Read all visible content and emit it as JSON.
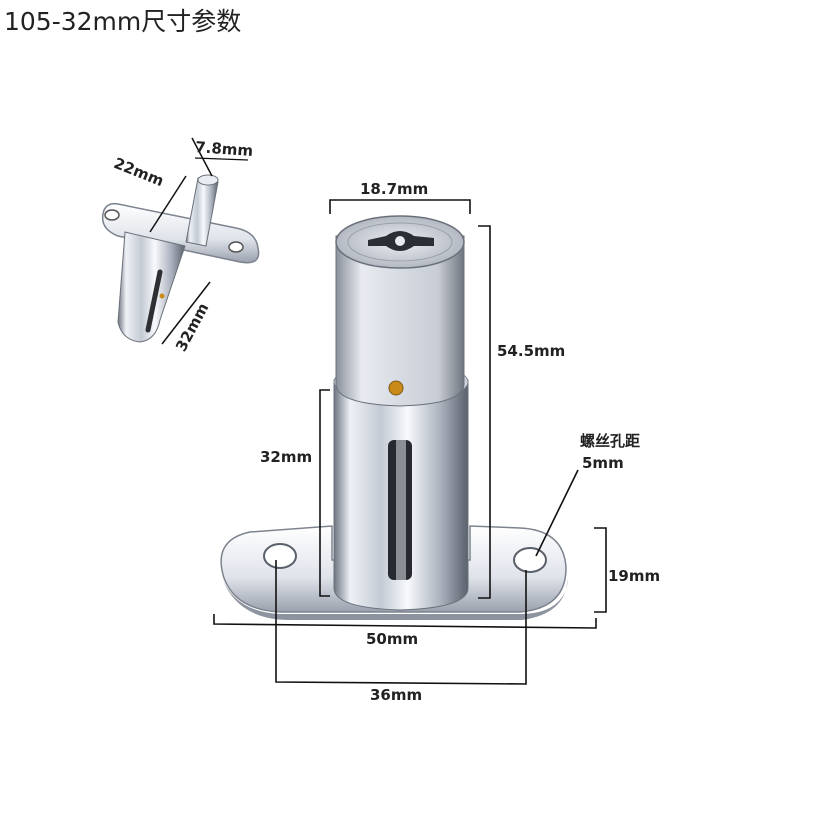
{
  "title": "105-32mm尺寸参数",
  "small_view": {
    "pin_diameter": "7.8mm",
    "pin_length": "22mm",
    "body_length": "32mm"
  },
  "main_view": {
    "cylinder_diameter": "18.7mm",
    "total_height": "54.5mm",
    "slot_height": "32mm",
    "screw_hole_label": "螺丝孔距",
    "screw_hole_size": "5mm",
    "flange_height": "19mm",
    "flange_width": "50mm",
    "hole_spacing": "36mm"
  },
  "colors": {
    "chrome_light": "#f4f6fa",
    "chrome_mid": "#b9c0cc",
    "chrome_dark": "#555b66",
    "dimension_line": "#111111",
    "brass_dot": "#c98a1a"
  }
}
